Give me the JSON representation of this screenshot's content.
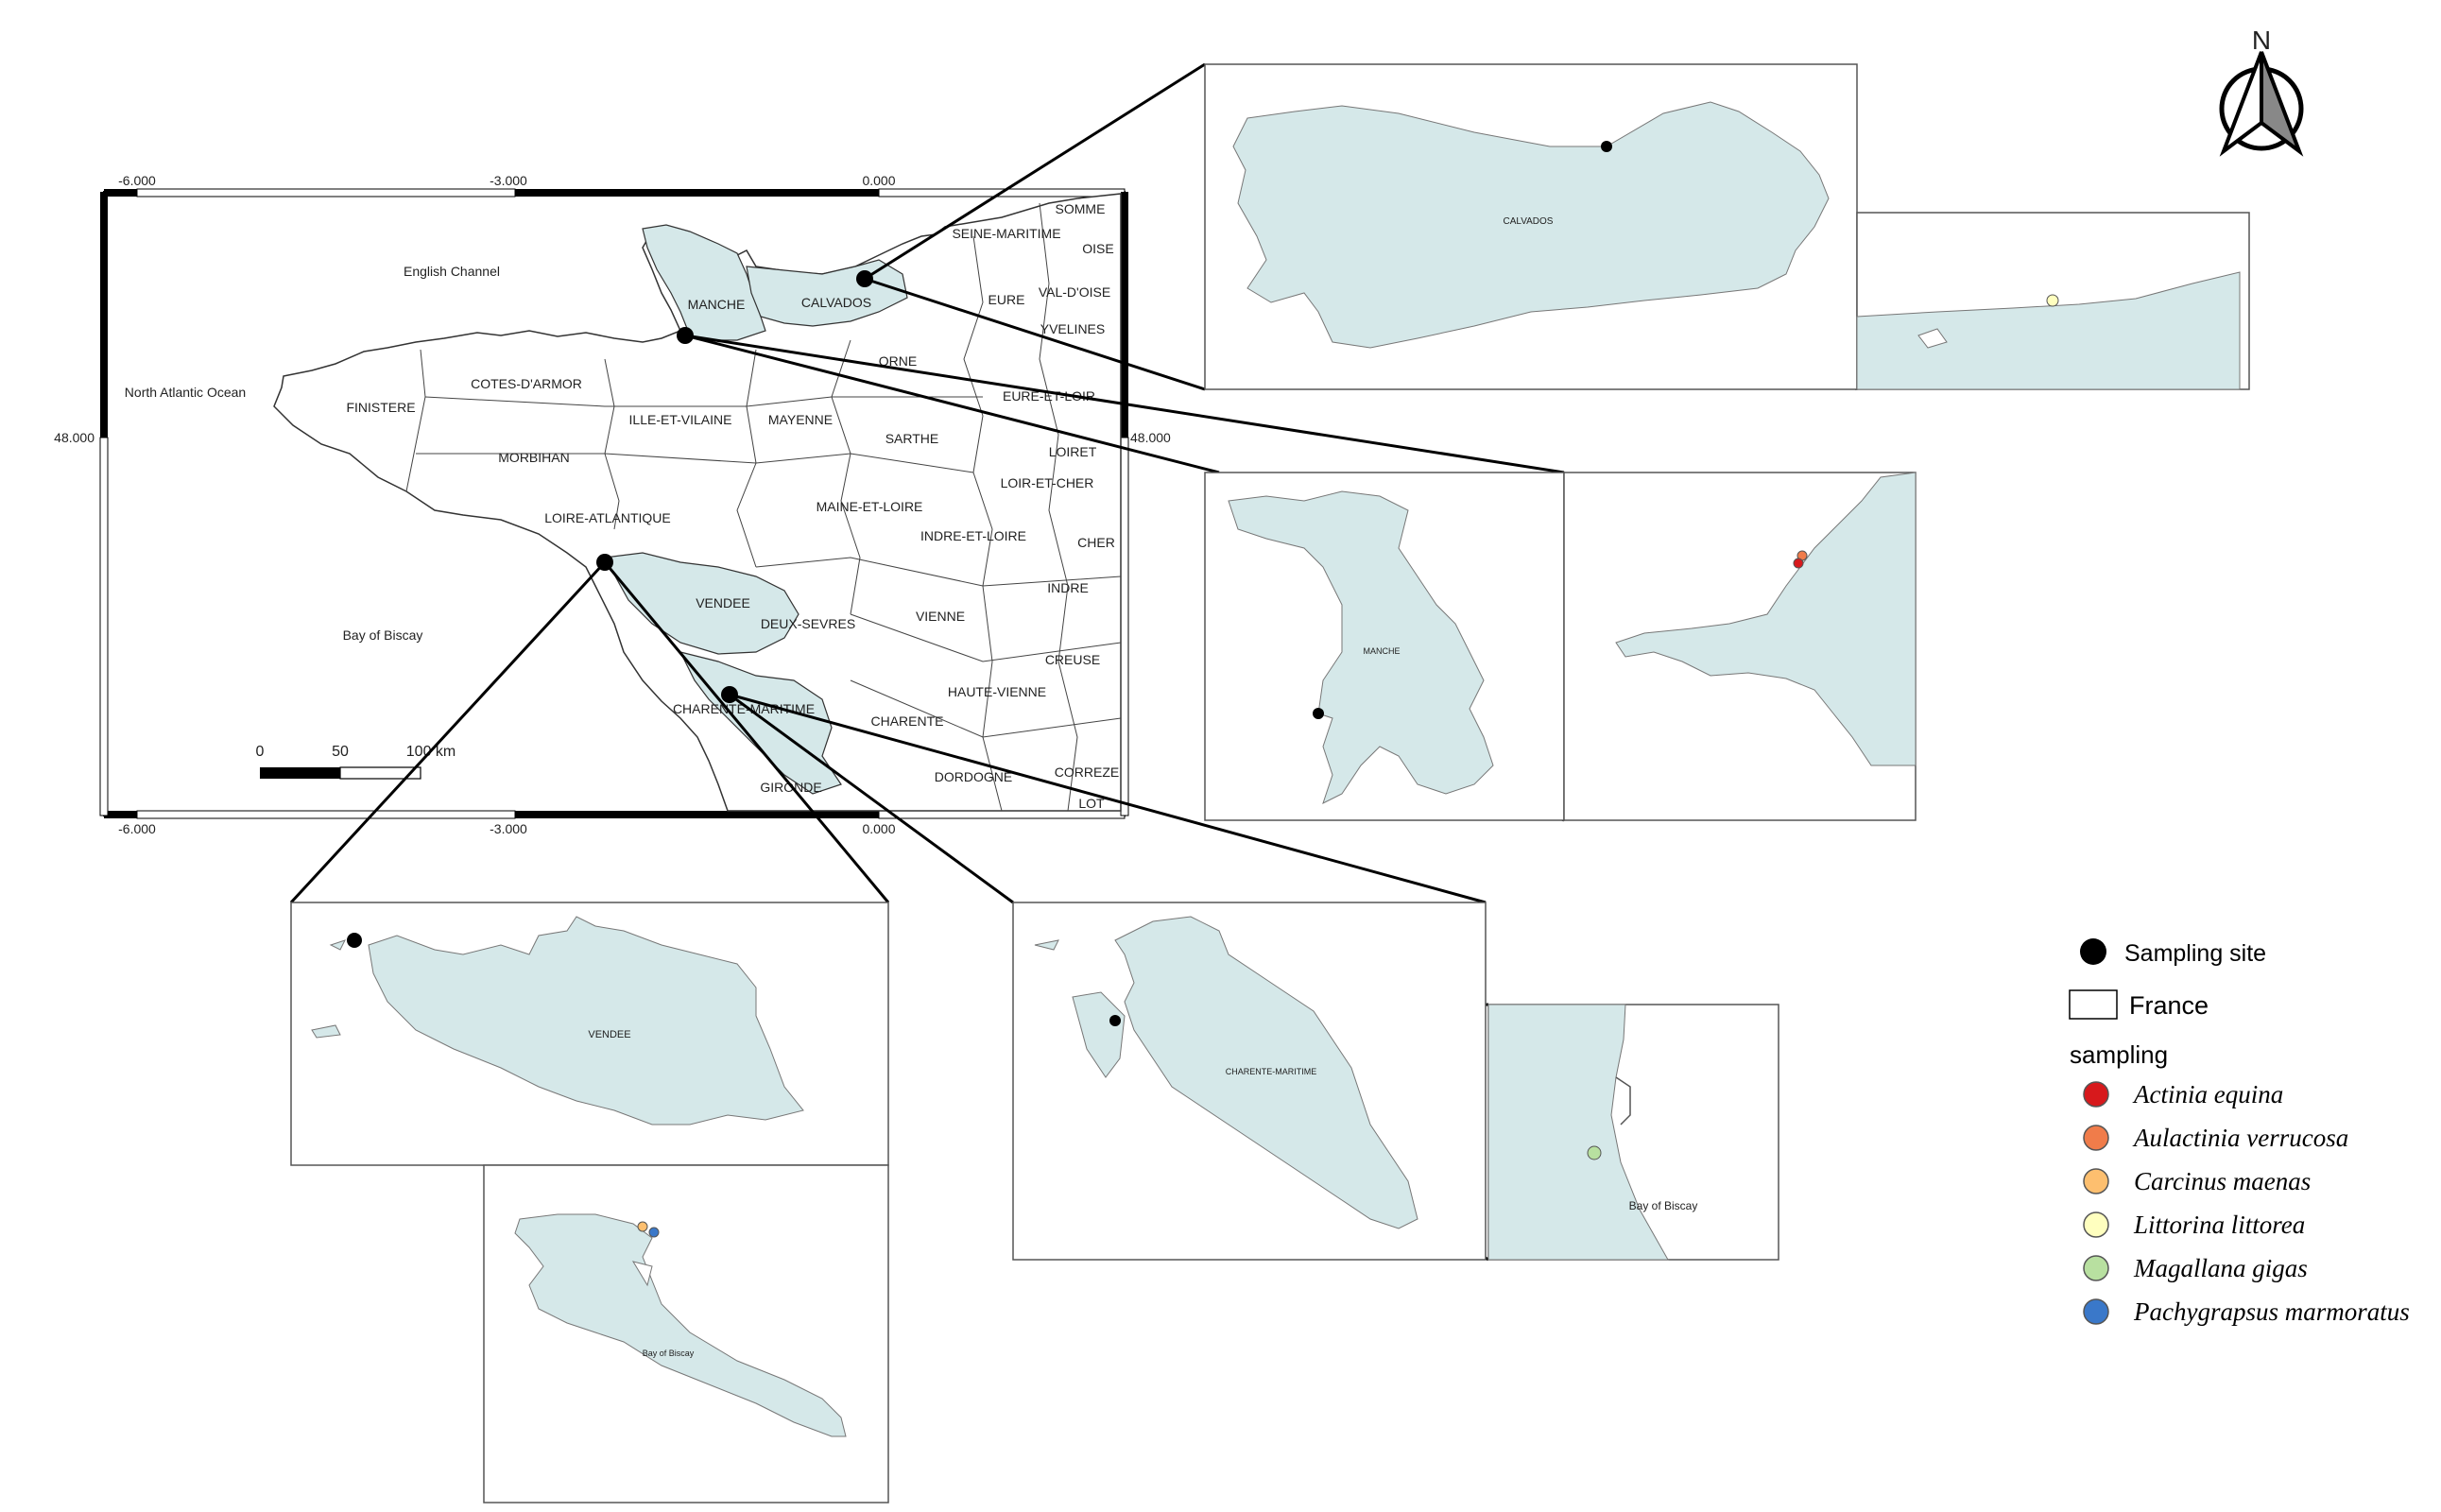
{
  "main_map": {
    "lon_labels": [
      "-6.000",
      "-3.000",
      "0.000"
    ],
    "lat_label": "48.000",
    "water_labels": [
      "English Channel",
      "North Atlantic Ocean",
      "Bay of Biscay"
    ],
    "departments": [
      "SOMME",
      "SEINE-MARITIME",
      "OISE",
      "MANCHE",
      "CALVADOS",
      "EURE",
      "VAL-D'OISE",
      "YVELINES",
      "FINISTERE",
      "COTES-D'ARMOR",
      "ORNE",
      "EURE-ET-LOIR",
      "ILLE-ET-VILAINE",
      "MAYENNE",
      "SARTHE",
      "LOIRET",
      "MORBIHAN",
      "LOIR-ET-CHER",
      "LOIRE-ATLANTIQUE",
      "MAINE-ET-LOIRE",
      "INDRE-ET-LOIRE",
      "CHER",
      "INDRE",
      "VENDEE",
      "DEUX-SEVRES",
      "VIENNE",
      "CREUSE",
      "HAUTE-VIENNE",
      "CHARENTE-MARITIME",
      "CHARENTE",
      "DORDOGNE",
      "CORREZE",
      "GIRONDE",
      "LOT"
    ],
    "scale_ticks": [
      "0",
      "50",
      "100 km"
    ]
  },
  "insets": {
    "calvados": "CALVADOS",
    "manche": "MANCHE",
    "vendee": "VENDEE",
    "vendee_zoom": "Bay of Biscay",
    "charente": "CHARENTE-MARITIME",
    "charente_zoom": "Bay of Biscay"
  },
  "north_arrow": "N",
  "legend": {
    "site": "Sampling site",
    "country": "France",
    "title": "sampling",
    "species": [
      {
        "name": "Actinia equina",
        "color": "#d7191c"
      },
      {
        "name": "Aulactinia verrucosa",
        "color": "#f07c4a"
      },
      {
        "name": "Carcinus maenas",
        "color": "#fdbf6f"
      },
      {
        "name": "Littorina littorea",
        "color": "#ffffbf"
      },
      {
        "name": "Magallana gigas",
        "color": "#b8e0a0"
      },
      {
        "name": "Pachygrapsus marmoratus",
        "color": "#3a78c9"
      }
    ]
  },
  "colors": {
    "land_highlight": "#d5e8e9",
    "outline": "#333333"
  }
}
